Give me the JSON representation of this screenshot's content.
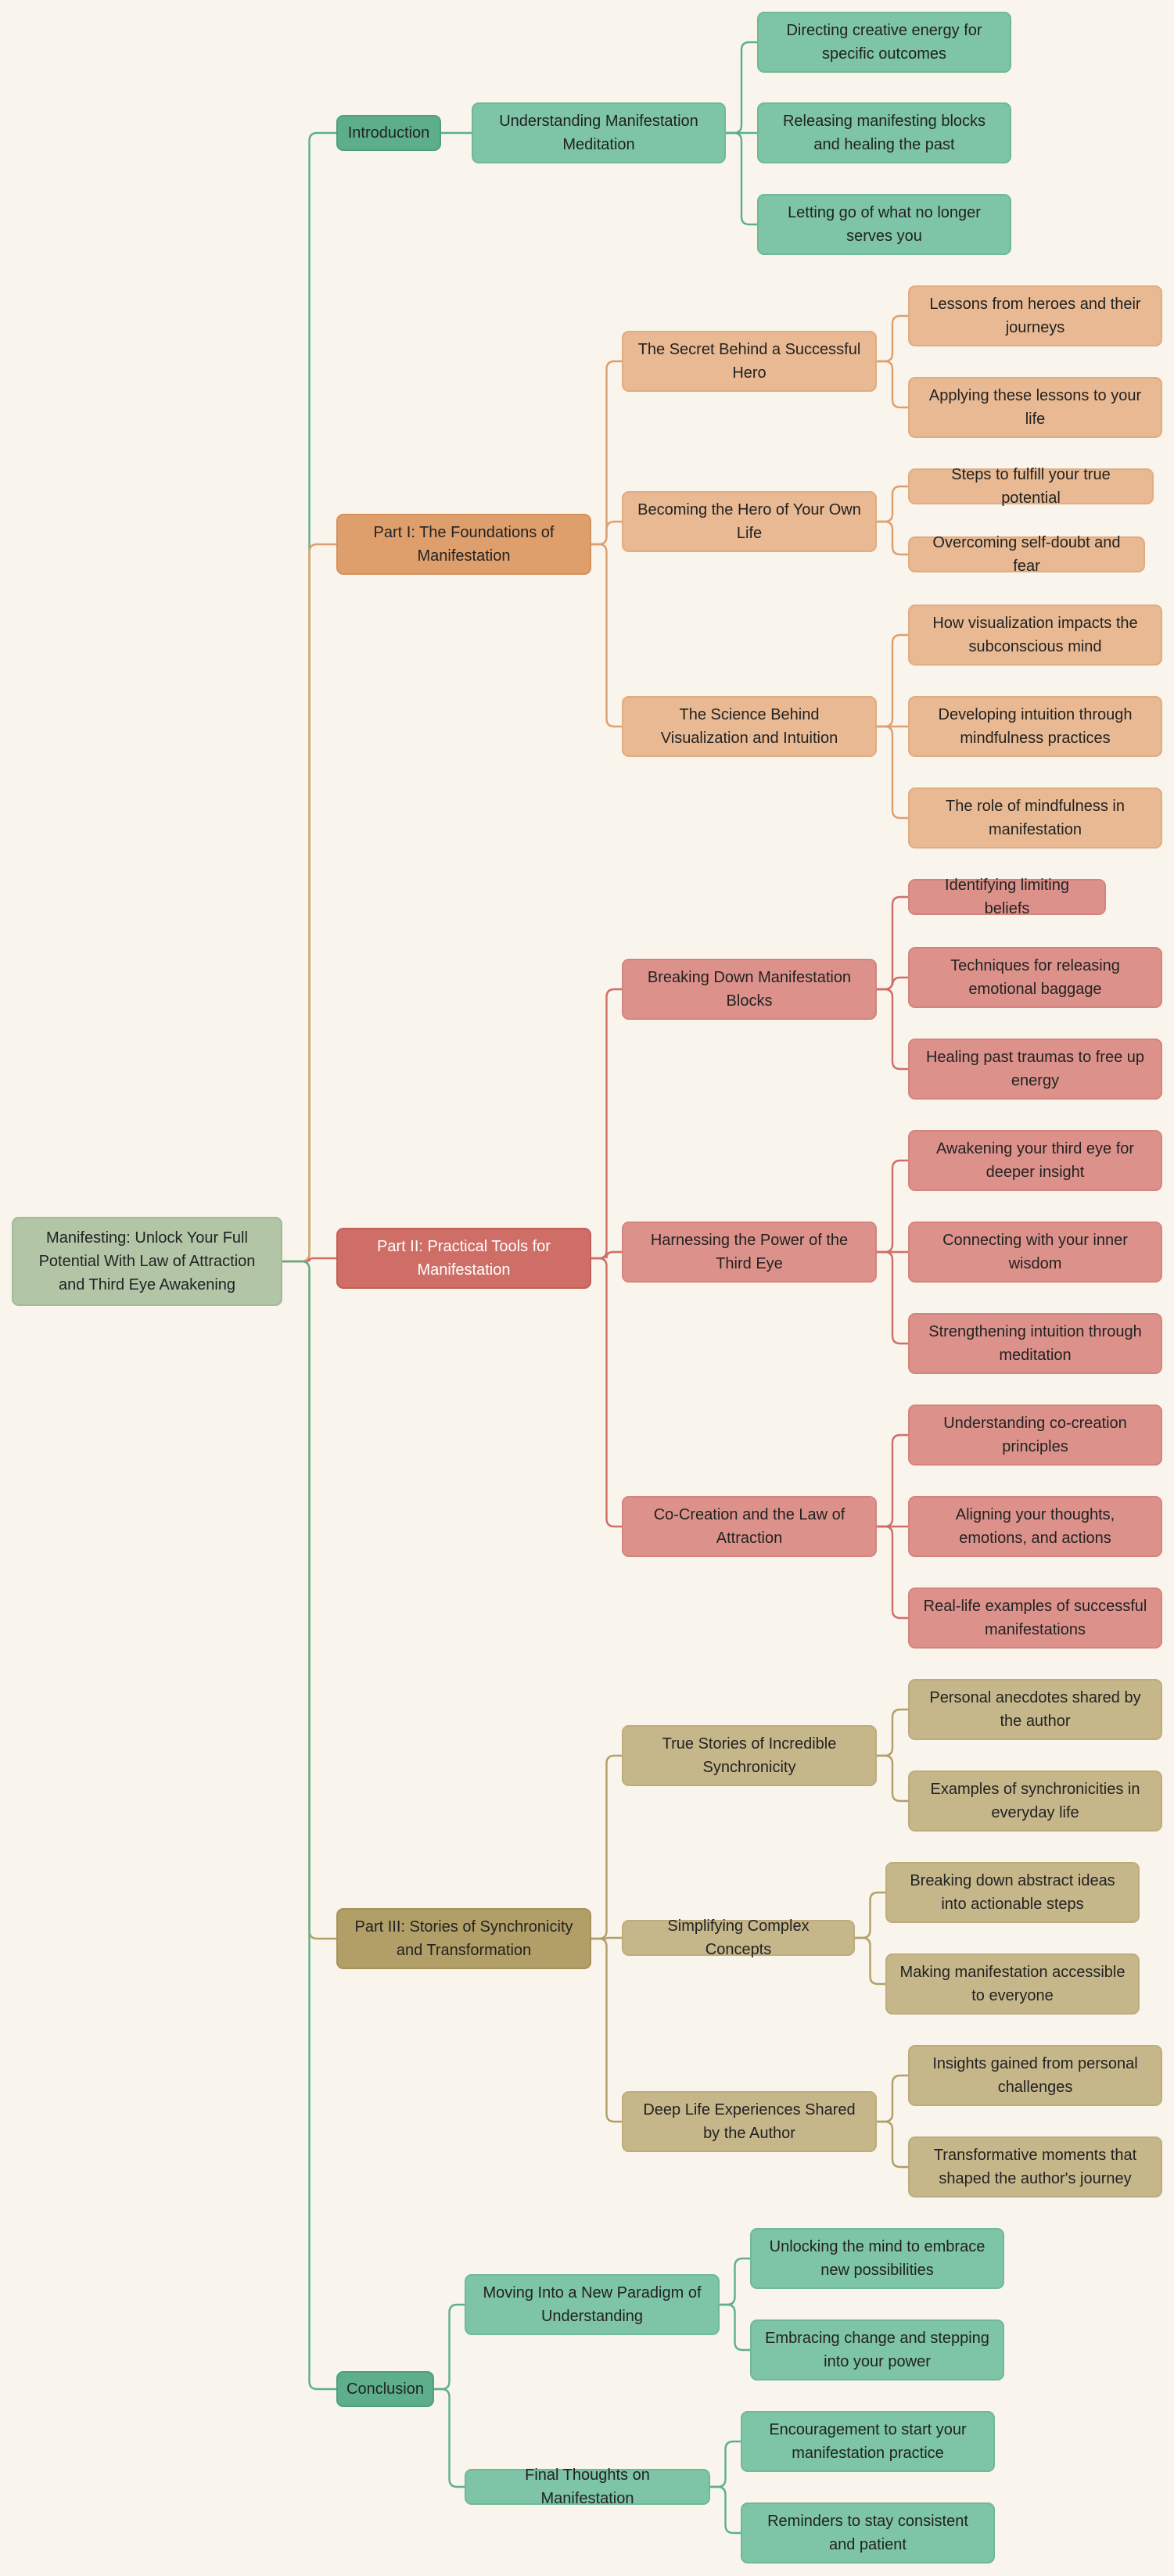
{
  "root": {
    "label": "Manifesting: Unlock Your Full Potential With Law of Attraction and Third Eye Awakening"
  },
  "branches": [
    {
      "label": "Introduction",
      "color": "#5daf8c",
      "children": [
        {
          "label": "Understanding Manifestation Meditation",
          "children": [
            "Directing creative energy for specific outcomes",
            "Releasing manifesting blocks and healing the past",
            "Letting go of what no longer serves you"
          ]
        }
      ]
    },
    {
      "label": "Part I: The Foundations of Manifestation",
      "color": "#df9f6c",
      "children": [
        {
          "label": "The Secret Behind a Successful Hero",
          "children": [
            "Lessons from heroes and their journeys",
            "Applying these lessons to your life"
          ]
        },
        {
          "label": "Becoming the Hero of Your Own Life",
          "children": [
            "Steps to fulfill your true potential",
            "Overcoming self-doubt and fear"
          ]
        },
        {
          "label": "The Science Behind Visualization and Intuition",
          "children": [
            "How visualization impacts the subconscious mind",
            "Developing intuition through mindfulness practices",
            "The role of mindfulness in manifestation"
          ]
        }
      ]
    },
    {
      "label": "Part II: Practical Tools for Manifestation",
      "color": "#cf6e66",
      "children": [
        {
          "label": "Breaking Down Manifestation Blocks",
          "children": [
            "Identifying limiting beliefs",
            "Techniques for releasing emotional baggage",
            "Healing past traumas to free up energy"
          ]
        },
        {
          "label": "Harnessing the Power of the Third Eye",
          "children": [
            "Awakening your third eye for deeper insight",
            "Connecting with your inner wisdom",
            "Strengthening intuition through meditation"
          ]
        },
        {
          "label": "Co-Creation and the Law of Attraction",
          "children": [
            "Understanding co-creation principles",
            "Aligning your thoughts, emotions, and actions",
            "Real-life examples of successful manifestations"
          ]
        }
      ]
    },
    {
      "label": "Part III: Stories of Synchronicity and Transformation",
      "color": "#b19f67",
      "children": [
        {
          "label": "True Stories of Incredible Synchronicity",
          "children": [
            "Personal anecdotes shared by the author",
            "Examples of synchronicities in everyday life"
          ]
        },
        {
          "label": "Simplifying Complex Concepts",
          "children": [
            "Breaking down abstract ideas into actionable steps",
            "Making manifestation accessible to everyone"
          ]
        },
        {
          "label": "Deep Life Experiences Shared by the Author",
          "children": [
            "Insights gained from personal challenges",
            "Transformative moments that shaped the author's journey"
          ]
        }
      ]
    },
    {
      "label": "Conclusion",
      "color": "#5daf8c",
      "children": [
        {
          "label": "Moving Into a New Paradigm of Understanding",
          "children": [
            "Unlocking the mind to embrace new possibilities",
            "Embracing change and stepping into your power"
          ]
        },
        {
          "label": "Final Thoughts on Manifestation",
          "children": [
            "Encouragement to start your manifestation practice",
            "Reminders to stay consistent and patient"
          ]
        }
      ]
    }
  ]
}
